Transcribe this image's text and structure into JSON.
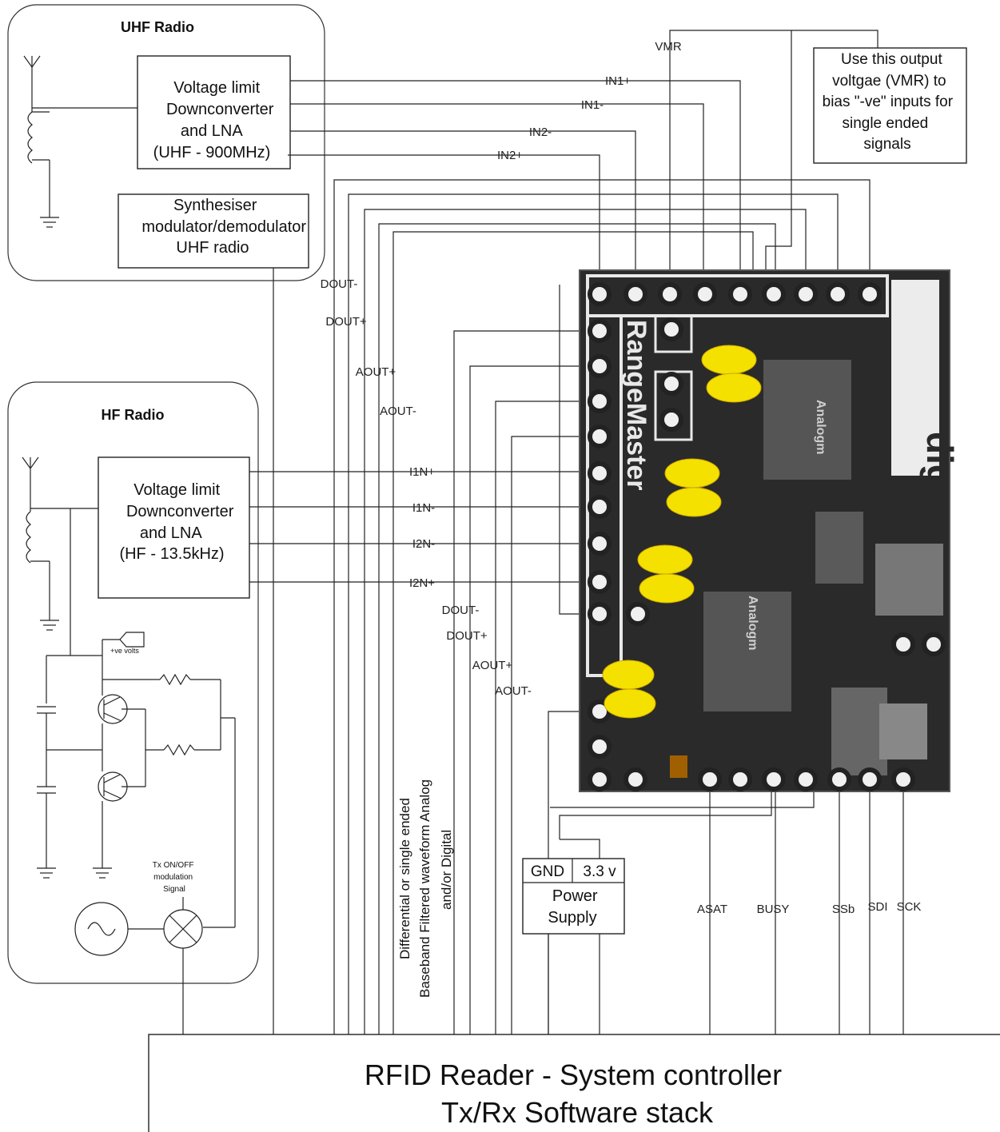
{
  "uhf": {
    "title": "UHF Radio",
    "block_lines": [
      "Voltage limit",
      "Downconverter",
      "and LNA",
      "(UHF - 900MHz)"
    ],
    "synth_lines": [
      "Synthesiser",
      "modulator/demodulator",
      "UHF radio"
    ]
  },
  "hf": {
    "title": "HF Radio",
    "block_lines": [
      "Voltage limit",
      "Downconverter",
      "and LNA",
      "(HF - 13.5kHz)"
    ],
    "plus_volts": "+ve volts",
    "tx_lines": [
      "Tx ON/OFF",
      "modulation",
      "Signal"
    ]
  },
  "note_lines": [
    "Use this output",
    "voltgae (VMR) to",
    "bias \"-ve\" inputs for",
    "single ended",
    "signals"
  ],
  "signals": {
    "vmr": "VMR",
    "in1p": "IN1+",
    "in1m": "IN1-",
    "in2m": "IN2-",
    "in2p": "IN2+",
    "dout_m": "DOUT-",
    "dout_p": "DOUT+",
    "aout_p": "AOUT+",
    "aout_m": "AOUT-",
    "i1np": "I1N+",
    "i1nm": "I1N-",
    "i2nm": "I2N-",
    "i2np": "I2N+",
    "dout_m2": "DOUT-",
    "dout_p2": "DOUT+",
    "aout_p2": "AOUT+",
    "aout_m2": "AOUT-",
    "asat": "ASAT",
    "busy": "BUSY",
    "ssb": "SSb",
    "sdi": "SDI",
    "sck": "SCK"
  },
  "baseband_lines": [
    "Differential or single ended",
    "Baseband Filtered waveform  Analog",
    "and/or Digital"
  ],
  "power": {
    "gnd": "GND",
    "v33": "3.3 v",
    "lines": [
      "Power",
      "Supply"
    ]
  },
  "board": {
    "name": "RangeMaster",
    "brand": "digm",
    "chip": "Analogm"
  },
  "controller_lines": [
    "RFID Reader - System controller",
    "Tx/Rx Software stack"
  ]
}
